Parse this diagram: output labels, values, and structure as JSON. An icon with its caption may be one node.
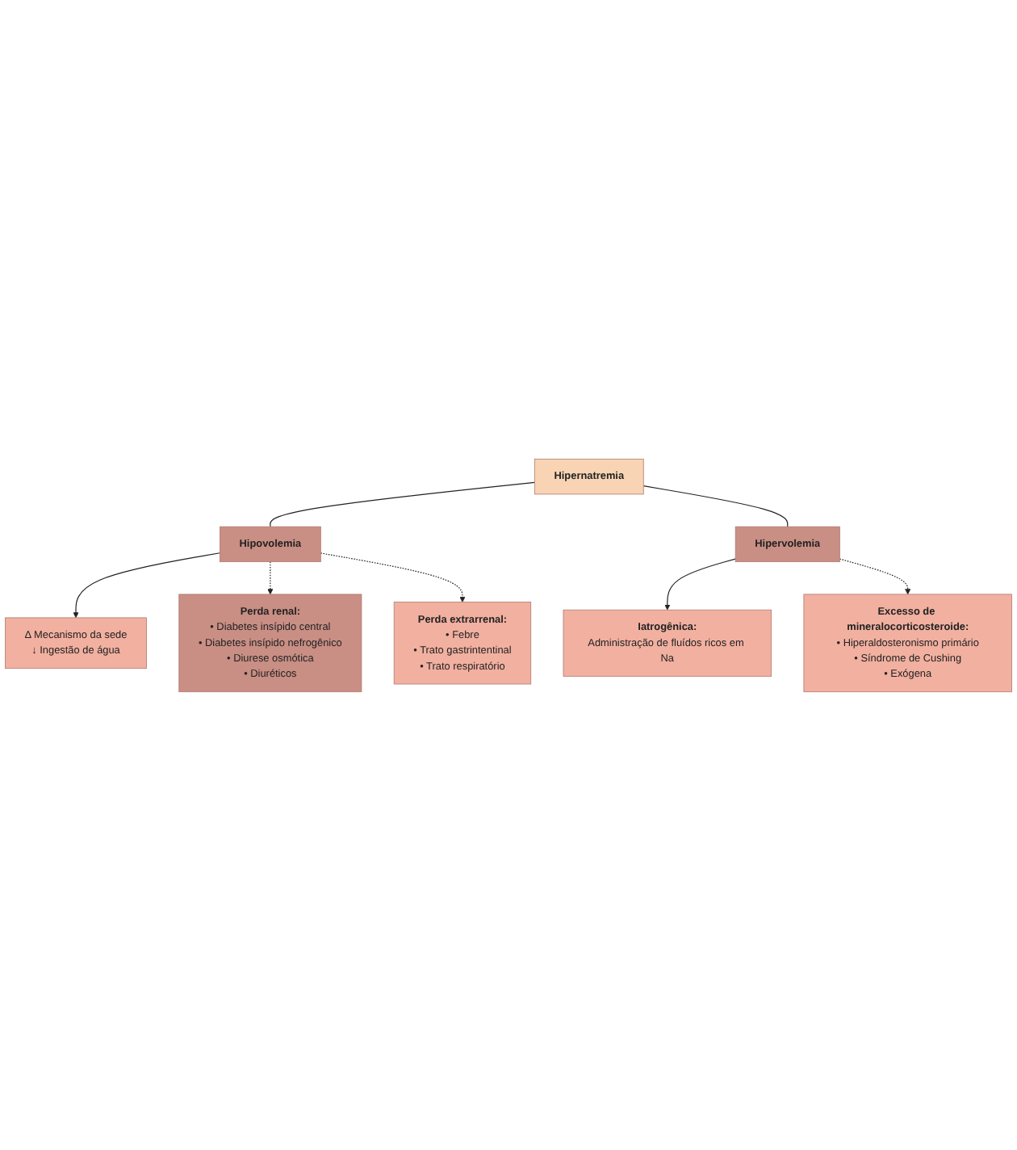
{
  "diagram": {
    "nodes": [
      {
        "text": [
          "Hipernatremia"
        ]
      },
      {
        "text": [
          "Hipovolemia"
        ]
      },
      {
        "text": [
          "Hipervolemia"
        ]
      },
      {
        "text": [
          "Δ Mecanismo da sede",
          "↓ Ingestão de água"
        ]
      },
      {
        "text": [
          "Iatrogênica:",
          "Administração de fluídos ricos em Na"
        ]
      },
      {
        "text": [
          "Perda renal:",
          "• Diabetes insípido central",
          "• Diabetes insípido nefrogênico",
          "• Diurese osmótica",
          "• Diuréticos"
        ]
      },
      {
        "text": [
          "Excesso de mineralocorticosteroide:",
          "• Hiperaldosteronismo primário",
          "• Síndrome de Cushing",
          "• Exógena"
        ]
      },
      {
        "text": [
          "Perda extrarrenal:",
          "• Febre",
          "• Trato gastrintentinal",
          "• Trato respiratório"
        ]
      }
    ],
    "edges": [
      {
        "from": 0,
        "to": 1,
        "arrow": "none"
      },
      {
        "from": 0,
        "to": 2,
        "arrow": "none"
      },
      {
        "from": 1,
        "to": 3,
        "arrow": "to"
      },
      {
        "from": 1,
        "to": 5,
        "arrow": "to",
        "style": "dashed"
      },
      {
        "from": 1,
        "to": 7,
        "arrow": "to",
        "style": "dashed"
      },
      {
        "from": 2,
        "to": 4,
        "arrow": "to"
      },
      {
        "from": 2,
        "to": 6,
        "arrow": "to",
        "style": "dashed"
      }
    ]
  }
}
